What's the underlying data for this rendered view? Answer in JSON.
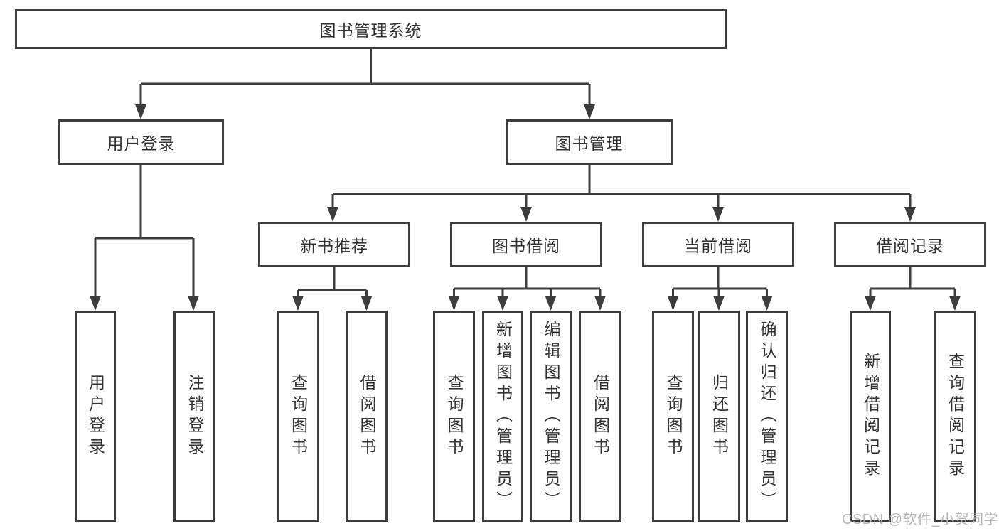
{
  "tree": {
    "label": "图书管理系统",
    "children": [
      {
        "label": "用户登录",
        "children": [
          {
            "label": "用户登录"
          },
          {
            "label": "注销登录"
          }
        ]
      },
      {
        "label": "图书管理",
        "children": [
          {
            "label": "新书推荐",
            "children": [
              {
                "label": "查询图书"
              },
              {
                "label": "借阅图书"
              }
            ]
          },
          {
            "label": "图书借阅",
            "children": [
              {
                "label": "查询图书"
              },
              {
                "label": "新增图书（管理员）"
              },
              {
                "label": "编辑图书（管理员）"
              },
              {
                "label": "借阅图书"
              }
            ]
          },
          {
            "label": "当前借阅",
            "children": [
              {
                "label": "查询图书"
              },
              {
                "label": "归还图书"
              },
              {
                "label": "确认归还（管理员）"
              }
            ]
          },
          {
            "label": "借阅记录",
            "children": [
              {
                "label": "新增借阅记录"
              },
              {
                "label": "查询借阅记录"
              }
            ]
          }
        ]
      }
    ]
  },
  "watermark": "CSDN @软件_小贺同学",
  "colors": {
    "line": "#3d3d3d",
    "text": "#333333",
    "watermark": "#b0b0b0",
    "background": "#ffffff"
  }
}
